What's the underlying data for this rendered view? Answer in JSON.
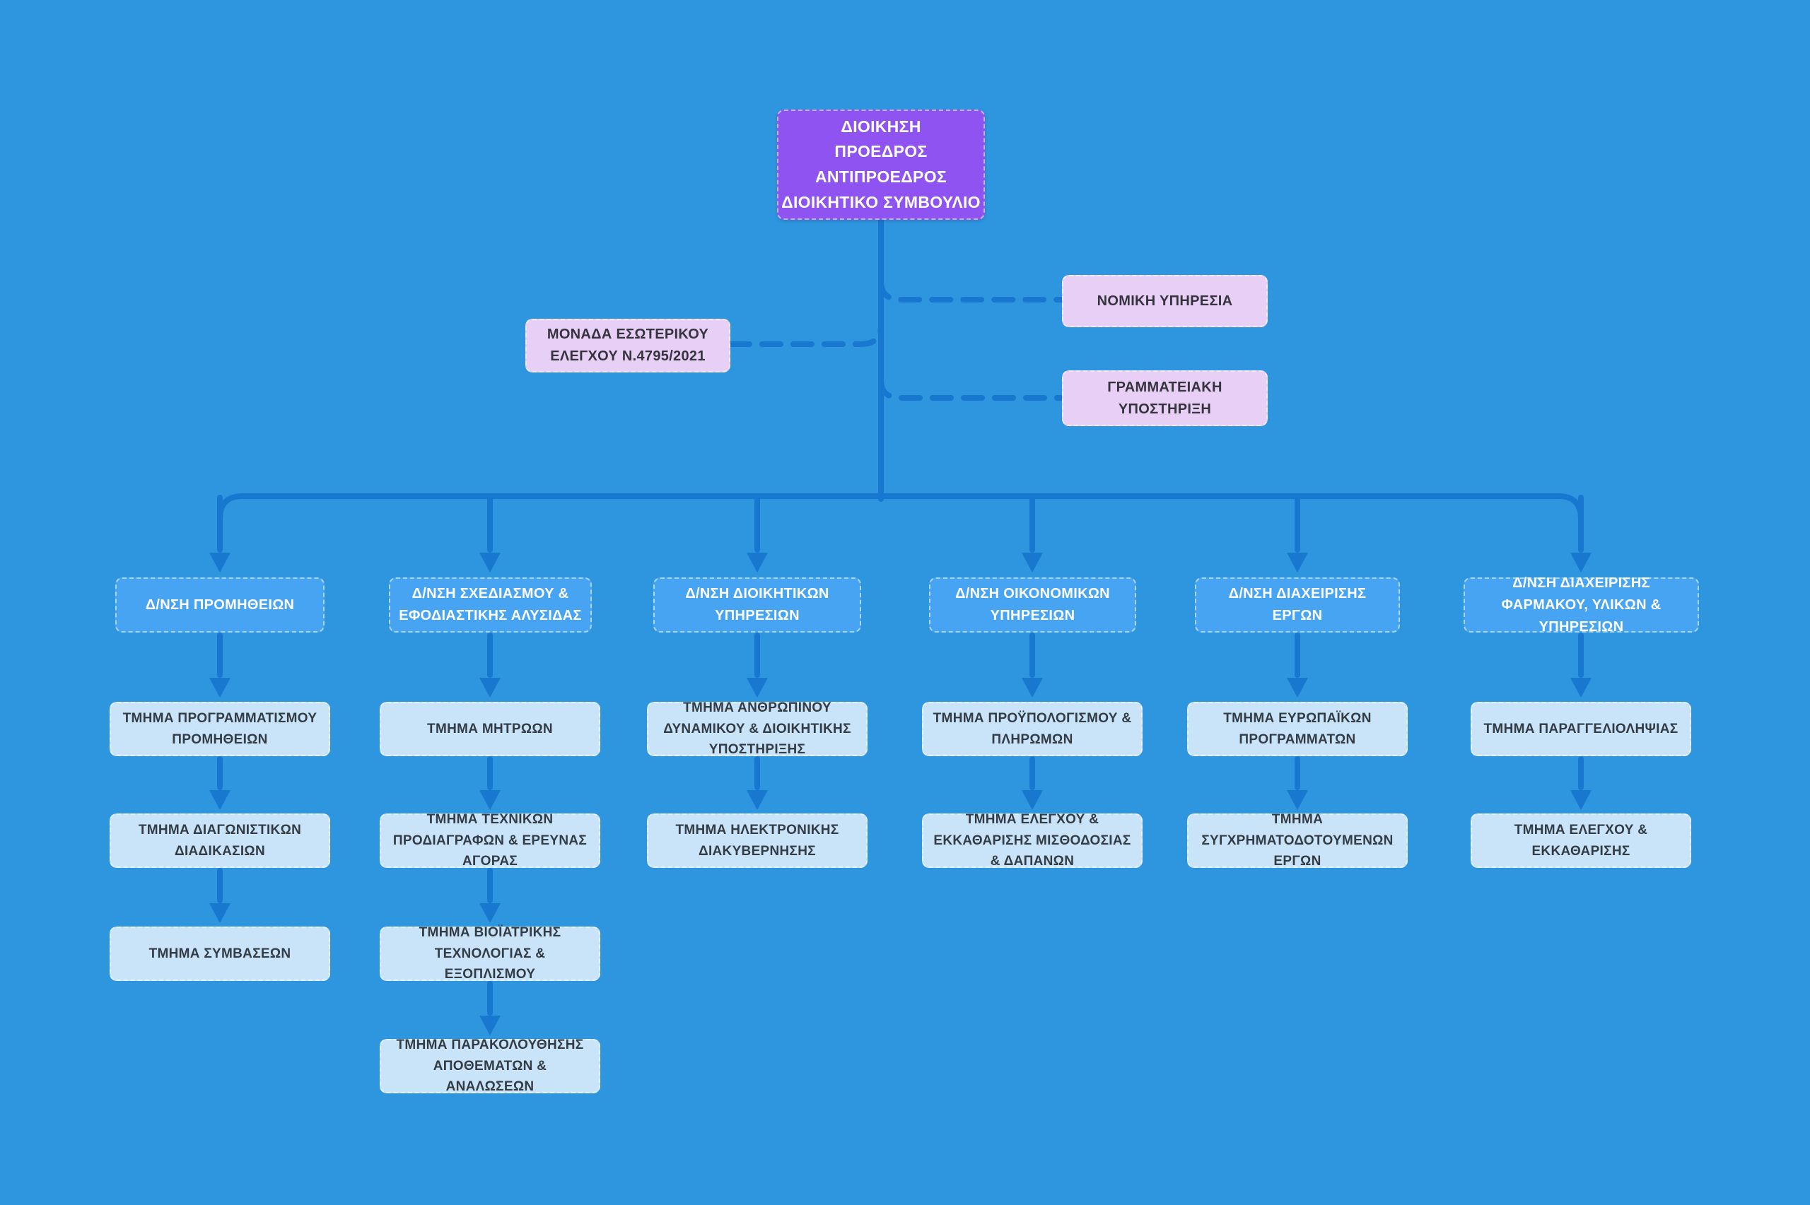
{
  "title": "Organizational chart",
  "palette": {
    "background": "#2e95df",
    "connector": "#1877cf",
    "root_box": "#8e53f0",
    "staff_box": "#e8cff5",
    "division_box": "#47a4f3",
    "department_box": "#c9e4f9",
    "root_text": "#ffffff",
    "department_text": "#333b45"
  },
  "root": {
    "label": "ΔΙΟΙΚΗΣΗ\nΠΡΟΕΔΡΟΣ\nΑΝΤΙΠΡΟΕΔΡΟΣ\nΔΙΟΙΚΗΤΙΚΟ ΣΥΜΒΟΥΛΙΟ"
  },
  "staff_units": {
    "internal_audit": "ΜΟΝΑΔΑ ΕΣΩΤΕΡΙΚΟΥ ΕΛΕΓΧΟΥ Ν.4795/2021",
    "legal": "ΝΟΜΙΚΗ ΥΠΗΡΕΣΙΑ",
    "secretariat": "ΓΡΑΜΜΑΤΕΙΑΚΗ ΥΠΟΣΤΗΡΙΞΗ"
  },
  "columns": [
    {
      "division": "Δ/ΝΣΗ ΠΡΟΜΗΘΕΙΩΝ",
      "departments": [
        "ΤΜΗΜΑ ΠΡΟΓΡΑΜΜΑΤΙΣΜΟΥ ΠΡΟΜΗΘΕΙΩΝ",
        "ΤΜΗΜΑ ΔΙΑΓΩΝΙΣΤΙΚΩΝ ΔΙΑΔΙΚΑΣΙΩΝ",
        "ΤΜΗΜΑ ΣΥΜΒΑΣΕΩΝ"
      ]
    },
    {
      "division": "Δ/ΝΣΗ ΣΧΕΔΙΑΣΜΟΥ & ΕΦΟΔΙΑΣΤΙΚΗΣ ΑΛΥΣΙΔΑΣ",
      "departments": [
        "ΤΜΗΜΑ ΜΗΤΡΩΩΝ",
        "ΤΜΗΜΑ ΤΕΧΝΙΚΩΝ ΠΡΟΔΙΑΓΡΑΦΩΝ & ΕΡΕΥΝΑΣ ΑΓΟΡΑΣ",
        "ΤΜΗΜΑ ΒΙΟΪΑΤΡΙΚΗΣ ΤΕΧΝΟΛΟΓΙΑΣ & ΕΞΟΠΛΙΣΜΟΥ",
        "ΤΜΗΜΑ ΠΑΡΑΚΟΛΟΥΘΗΣΗΣ ΑΠΟΘΕΜΑΤΩΝ & ΑΝΑΛΩΣΕΩΝ"
      ]
    },
    {
      "division": "Δ/ΝΣΗ ΔΙΟΙΚΗΤΙΚΩΝ ΥΠΗΡΕΣΙΩΝ",
      "departments": [
        "ΤΜΗΜΑ ΑΝΘΡΩΠΙΝΟΥ ΔΥΝΑΜΙΚΟΥ & ΔΙΟΙΚΗΤΙΚΗΣ ΥΠΟΣΤΗΡΙΞΗΣ",
        "ΤΜΗΜΑ ΗΛΕΚΤΡΟΝΙΚΗΣ ΔΙΑΚΥΒΕΡΝΗΣΗΣ"
      ]
    },
    {
      "division": "Δ/ΝΣΗ ΟΙΚΟΝΟΜΙΚΩΝ ΥΠΗΡΕΣΙΩΝ",
      "departments": [
        "ΤΜΗΜΑ ΠΡΟΫΠΟΛΟΓΙΣΜΟΥ & ΠΛΗΡΩΜΩΝ",
        "ΤΜΗΜΑ ΕΛΕΓΧΟΥ & ΕΚΚΑΘΑΡΙΣΗΣ ΜΙΣΘΟΔΟΣΙΑΣ & ΔΑΠΑΝΩΝ"
      ]
    },
    {
      "division": "Δ/ΝΣΗ ΔΙΑΧΕΙΡΙΣΗΣ ΕΡΓΩΝ",
      "departments": [
        "ΤΜΗΜΑ ΕΥΡΩΠΑΪΚΩΝ ΠΡΟΓΡΑΜΜΑΤΩΝ",
        "ΤΜΗΜΑ ΣΥΓΧΡΗΜΑΤΟΔΟΤΟΥΜΕΝΩΝ ΕΡΓΩΝ"
      ]
    },
    {
      "division": "Δ/ΝΣΗ ΔΙΑΧΕΙΡΙΣΗΣ ΦΑΡΜΑΚΟΥ, ΥΛΙΚΩΝ & ΥΠΗΡΕΣΙΩΝ",
      "departments": [
        "ΤΜΗΜΑ ΠΑΡΑΓΓΕΛΙΟΛΗΨΙΑΣ",
        "ΤΜΗΜΑ ΕΛΕΓΧΟΥ & ΕΚΚΑΘΑΡΙΣΗΣ"
      ]
    }
  ]
}
